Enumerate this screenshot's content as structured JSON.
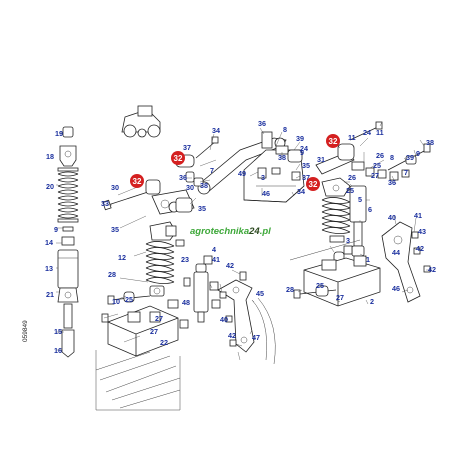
{
  "colors": {
    "callout_text": "#1a2f9e",
    "highlight": "#d42020",
    "watermark_green": "#3ea83a",
    "watermark_dark": "#2d4a20",
    "line": "#222222"
  },
  "watermark": {
    "main": "agrotechnika",
    "digits": "24",
    "suffix": ".pl"
  },
  "drawing_code": "059849",
  "callouts": [
    {
      "id": "c19",
      "text": "19"
    },
    {
      "id": "c18",
      "text": "18"
    },
    {
      "id": "c20",
      "text": "20"
    },
    {
      "id": "c9",
      "text": "9"
    },
    {
      "id": "c14",
      "text": "14"
    },
    {
      "id": "c13",
      "text": "13"
    },
    {
      "id": "c21",
      "text": "21"
    },
    {
      "id": "c15",
      "text": "15"
    },
    {
      "id": "c16",
      "text": "16"
    },
    {
      "id": "c12",
      "text": "12"
    },
    {
      "id": "c33",
      "text": "33"
    },
    {
      "id": "c30a",
      "text": "30"
    },
    {
      "id": "c35a",
      "text": "35"
    },
    {
      "id": "c37a",
      "text": "37"
    },
    {
      "id": "c34a",
      "text": "34"
    },
    {
      "id": "c36a",
      "text": "36"
    },
    {
      "id": "c30b",
      "text": "30"
    },
    {
      "id": "c38a",
      "text": "38"
    },
    {
      "id": "c35b",
      "text": "35"
    },
    {
      "id": "c7a",
      "text": "7"
    },
    {
      "id": "c36b",
      "text": "36"
    },
    {
      "id": "c8a",
      "text": "8"
    },
    {
      "id": "c39a",
      "text": "39"
    },
    {
      "id": "c9b",
      "text": "9"
    },
    {
      "id": "c35c",
      "text": "35"
    },
    {
      "id": "c37b",
      "text": "37"
    },
    {
      "id": "c38b",
      "text": "38"
    },
    {
      "id": "c49",
      "text": "49"
    },
    {
      "id": "c3a",
      "text": "3"
    },
    {
      "id": "c34b",
      "text": "34"
    },
    {
      "id": "c46a",
      "text": "46"
    },
    {
      "id": "c11a",
      "text": "11"
    },
    {
      "id": "c24a",
      "text": "24"
    },
    {
      "id": "c26a",
      "text": "26"
    },
    {
      "id": "c25a",
      "text": "25"
    },
    {
      "id": "c27a",
      "text": "27"
    },
    {
      "id": "c28a",
      "text": "28"
    },
    {
      "id": "c10",
      "text": "10"
    },
    {
      "id": "c25b",
      "text": "25"
    },
    {
      "id": "c27b",
      "text": "27"
    },
    {
      "id": "c24b",
      "text": "24"
    },
    {
      "id": "c11b",
      "text": "11"
    },
    {
      "id": "c8b",
      "text": "8"
    },
    {
      "id": "c39b",
      "text": "39"
    },
    {
      "id": "c9c",
      "text": "9"
    },
    {
      "id": "c38c",
      "text": "38"
    },
    {
      "id": "c31",
      "text": "31"
    },
    {
      "id": "c7b",
      "text": "7"
    },
    {
      "id": "c36c",
      "text": "36"
    },
    {
      "id": "c26b",
      "text": "26"
    },
    {
      "id": "c25c",
      "text": "25"
    },
    {
      "id": "c6",
      "text": "6"
    },
    {
      "id": "c5",
      "text": "5"
    },
    {
      "id": "c3b",
      "text": "3"
    },
    {
      "id": "c1",
      "text": "1"
    },
    {
      "id": "c40a",
      "text": "40"
    },
    {
      "id": "c41a",
      "text": "41"
    },
    {
      "id": "c43",
      "text": "43"
    },
    {
      "id": "c42a",
      "text": "42"
    },
    {
      "id": "c42b",
      "text": "42"
    },
    {
      "id": "c44",
      "text": "44"
    },
    {
      "id": "c46b",
      "text": "46"
    },
    {
      "id": "c28b",
      "text": "28"
    },
    {
      "id": "c25d",
      "text": "25"
    },
    {
      "id": "c27c",
      "text": "27"
    },
    {
      "id": "c2",
      "text": "2"
    },
    {
      "id": "c27d",
      "text": "27"
    },
    {
      "id": "c22",
      "text": "22"
    },
    {
      "id": "c23",
      "text": "23"
    },
    {
      "id": "c4",
      "text": "4"
    },
    {
      "id": "c41b",
      "text": "41"
    },
    {
      "id": "c42c",
      "text": "42"
    },
    {
      "id": "c48",
      "text": "48"
    },
    {
      "id": "c45",
      "text": "45"
    },
    {
      "id": "c40b",
      "text": "40"
    },
    {
      "id": "c47",
      "text": "47"
    },
    {
      "id": "c42d",
      "text": "42"
    }
  ],
  "highlighted_callouts": [
    {
      "id": "r1",
      "text": "32"
    },
    {
      "id": "r2",
      "text": "32"
    },
    {
      "id": "r3",
      "text": "32"
    },
    {
      "id": "r4",
      "text": "32"
    }
  ]
}
